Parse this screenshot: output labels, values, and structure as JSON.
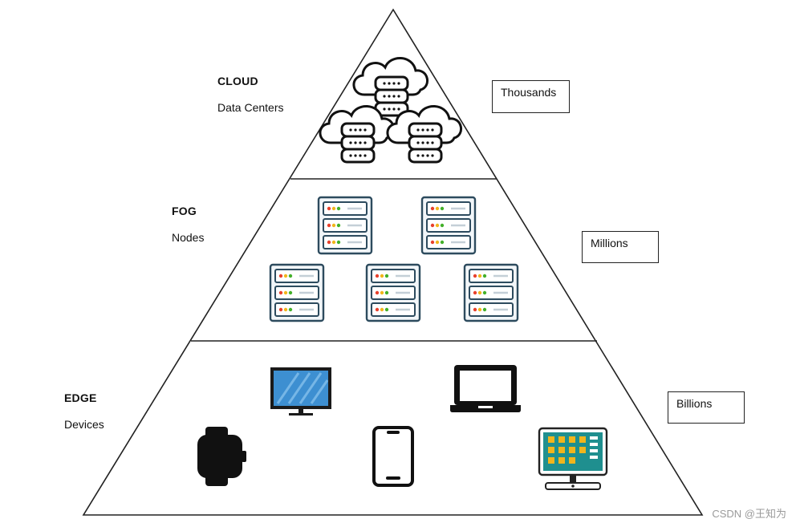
{
  "tiers": {
    "cloud": {
      "title": "CLOUD",
      "subtitle": "Data Centers",
      "count": "Thousands"
    },
    "fog": {
      "title": "FOG",
      "subtitle": "Nodes",
      "count": "Millions"
    },
    "edge": {
      "title": "EDGE",
      "subtitle": "Devices",
      "count": "Billions"
    }
  },
  "icons": {
    "cloud": [
      "cloud-server-icon",
      "cloud-server-icon",
      "cloud-server-icon"
    ],
    "fog": [
      "server-rack-icon",
      "server-rack-icon",
      "server-rack-icon",
      "server-rack-icon",
      "server-rack-icon"
    ],
    "edge": [
      "monitor-icon",
      "laptop-icon",
      "smartwatch-icon",
      "smartphone-icon",
      "tablet-icon"
    ]
  },
  "colors": {
    "line": "#222222",
    "server_body": "#f2f6f9",
    "server_border": "#2d4b5e",
    "led_red": "#e8412c",
    "led_yellow": "#f2b51c",
    "led_green": "#43b02a",
    "monitor_screen": "#3d8fd1",
    "tablet_screen": "#1f8f8f",
    "tablet_tile": "#f2b51c"
  },
  "watermark": "CSDN @王知为"
}
